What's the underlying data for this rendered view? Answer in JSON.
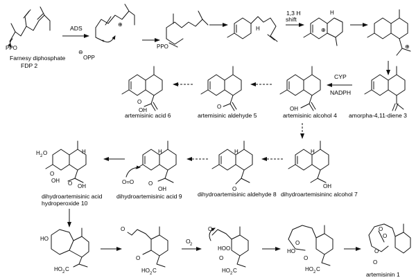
{
  "labels": {
    "fpp": "Farnesy diphosphate",
    "fdp": "FDP 2",
    "ads": "ADS",
    "shift_top": "1,3 H",
    "shift_bottom": "shift",
    "amorpha": "amorpha-4,11-diene 3",
    "cyp": "CYP",
    "nadph": "NADPH",
    "acid6": "artemisinic acid 6",
    "ald5": "artemisinic aldehyde 5",
    "alc4": "artemisinic alcohol 4",
    "dhacid9": "dihydroartemisinic acid 9",
    "dhald8": "dihydroartemisinic aldehyde 8",
    "dhalc7": "dihydroartemisininc alcohol 7",
    "hp_line1": "dihydroartemisinic acid",
    "hp_line2": "hydroperoxide 10",
    "o2": "O",
    "o2_sub": "2",
    "artemisinin": "artemisinin 1"
  },
  "atoms": {
    "ppo": "PPO",
    "opp": "OPP",
    "oh": "OH",
    "o": "O",
    "h2o": "H",
    "h2o_sub": "2",
    "h2o_o": "O",
    "ho": "HO",
    "hoo": "HOO",
    "ho2c": "HO",
    "ho2c_sub": "2",
    "ho2c_c": "C",
    "h": "H",
    "o_eq": "O=O",
    "ominus": "⊖",
    "oplus": "⊕"
  }
}
